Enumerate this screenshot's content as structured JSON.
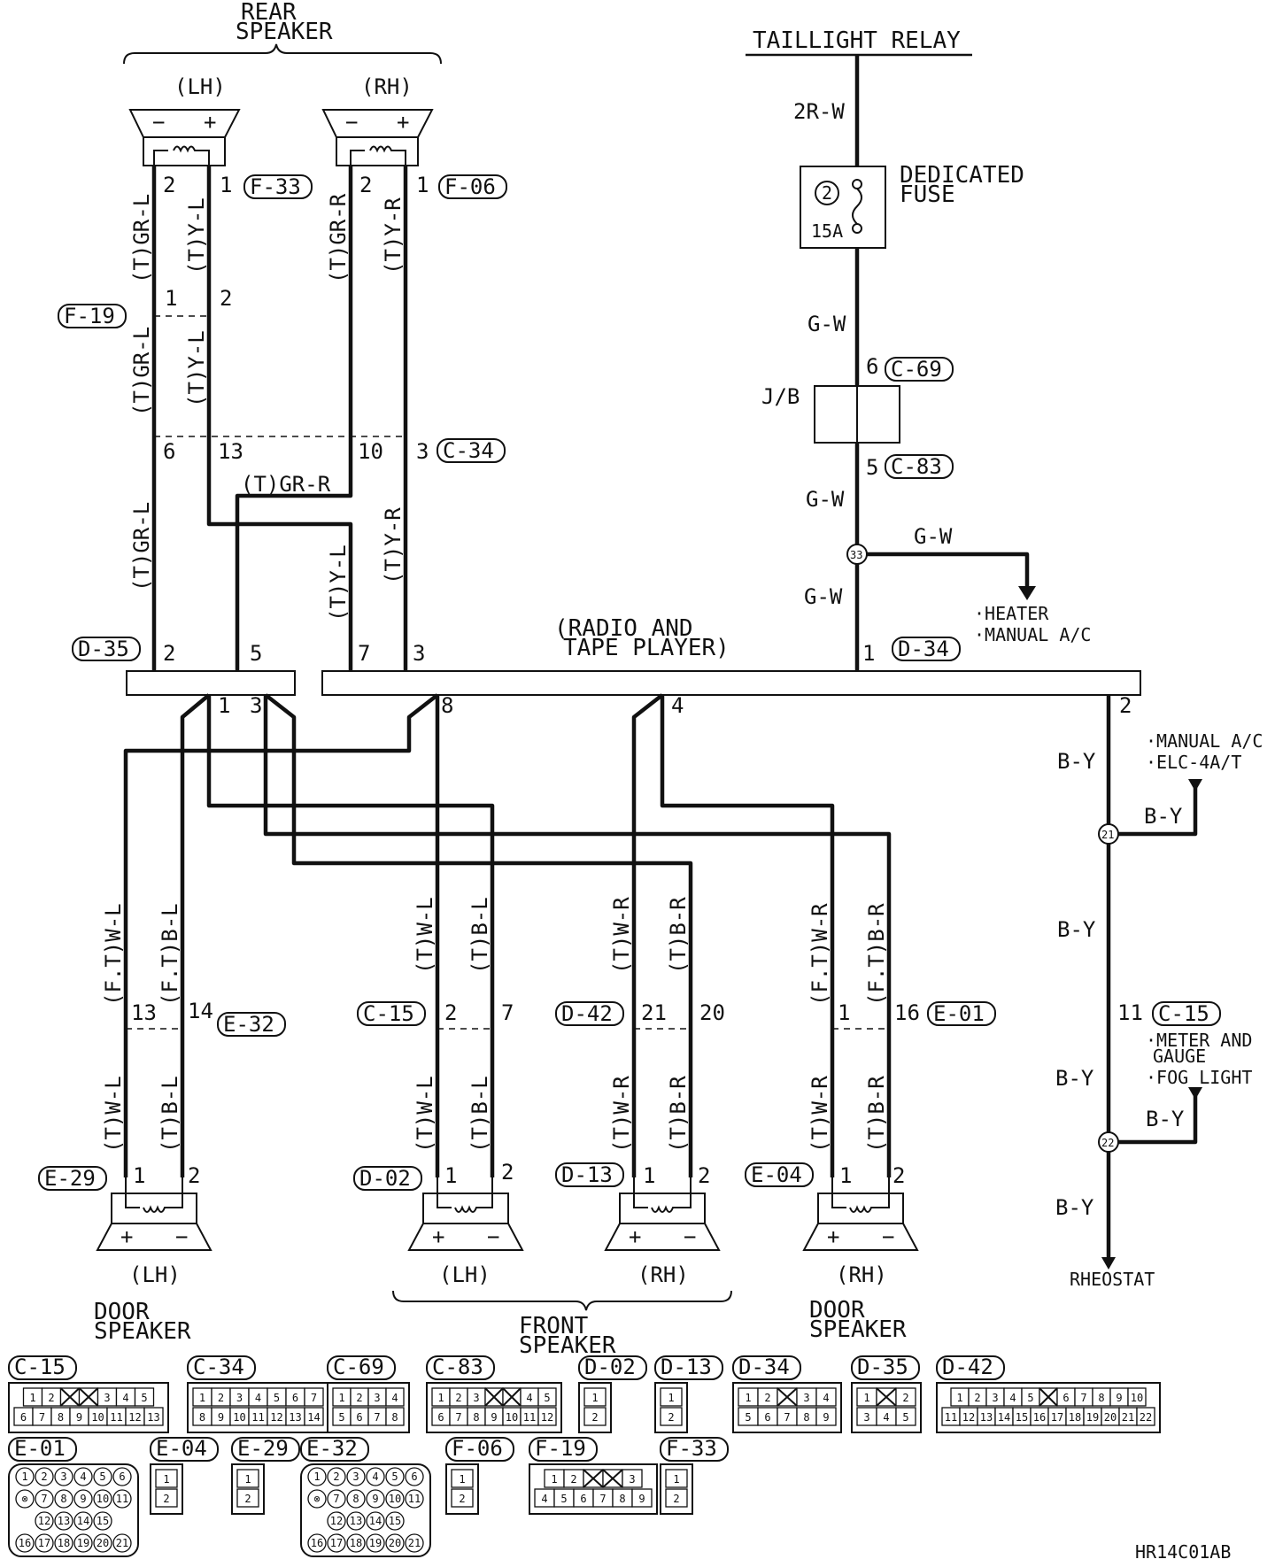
{
  "title_rear_speaker": [
    "REAR",
    "SPEAKER"
  ],
  "taillight_relay": "TAILLIGHT RELAY",
  "dedicated_fuse": [
    "DEDICATED",
    "FUSE"
  ],
  "fuse_number": "2",
  "fuse_rating": "15A",
  "junction_block": "J/B",
  "radio_label": [
    "(RADIO AND",
    "TAPE PLAYER)"
  ],
  "side_lh": "(LH)",
  "side_rh": "(RH)",
  "speaker_minus": "−",
  "speaker_plus": "+",
  "door_speaker": [
    "DOOR",
    "SPEAKER"
  ],
  "front_speaker": [
    "FRONT",
    "SPEAKER"
  ],
  "heater_notes": [
    "·HEATER",
    "·MANUAL A/C"
  ],
  "manual_notes": [
    "·MANUAL A/C",
    "·ELC-4A/T"
  ],
  "meter_notes": [
    "·METER AND",
    "GAUGE",
    "·FOG LIGHT"
  ],
  "rheostat": "RHEOSTAT",
  "junctions": [
    "33",
    "21",
    "22"
  ],
  "wire_colors": {
    "w2rw": "2R-W",
    "gw": "G-W",
    "by": "B-Y",
    "t_gr_l": "(T)GR-L",
    "t_y_l": "(T)Y-L",
    "t_gr_r": "(T)GR-R",
    "t_y_r": "(T)Y-R",
    "ft_w_l": "(F.T)W-L",
    "ft_b_l": "(F.T)B-L",
    "t_w_l": "(T)W-L",
    "t_b_l": "(T)B-L",
    "t_w_r": "(T)W-R",
    "t_b_r": "(T)B-R",
    "ft_w_r": "(F.T)W-R",
    "ft_b_r": "(F.T)B-R"
  },
  "pins": {
    "rear_lh_2": "2",
    "rear_lh_1": "1",
    "rear_rh_2": "2",
    "rear_rh_1": "1",
    "f19_1": "1",
    "f19_2": "2",
    "c34_6": "6",
    "c34_13": "13",
    "c34_10": "10",
    "c34_3": "3",
    "d35_2": "2",
    "d35_5": "5",
    "d35_1": "1",
    "d35_3": "3",
    "d34_7": "7",
    "d34_3": "3",
    "d34_8": "8",
    "d34_4": "4",
    "d34_1": "1",
    "d34_2": "2",
    "c69_6": "6",
    "c83_5": "5",
    "c15_11": "11",
    "e32_13": "13",
    "e32_14": "14",
    "c15_2": "2",
    "c15_7": "7",
    "d42_21": "21",
    "d42_20": "20",
    "e01_1": "1",
    "e01_16": "16",
    "spk_1": "1",
    "spk_2": "2"
  },
  "connector_refs": {
    "f33": "F-33",
    "f06": "F-06",
    "f19": "F-19",
    "c34": "C-34",
    "d35": "D-35",
    "d34": "D-34",
    "c69": "C-69",
    "c83": "C-83",
    "e32": "E-32",
    "c15": "C-15",
    "d42": "D-42",
    "e01": "E-01",
    "e29": "E-29",
    "d02": "D-02",
    "d13": "D-13",
    "e04": "E-04"
  },
  "connectors": {
    "c15": {
      "label": "C-15",
      "row1": [
        "1",
        "2",
        "",
        "",
        "3",
        "4",
        "5"
      ],
      "row2": [
        "6",
        "7",
        "8",
        "9",
        "10",
        "11",
        "12",
        "13"
      ]
    },
    "c34": {
      "label": "C-34",
      "row1": [
        "1",
        "2",
        "3",
        "4",
        "5",
        "6",
        "7"
      ],
      "row2": [
        "8",
        "9",
        "10",
        "11",
        "12",
        "13",
        "14"
      ]
    },
    "c69": {
      "label": "C-69",
      "row1": [
        "1",
        "2",
        "3",
        "4"
      ],
      "row2": [
        "5",
        "6",
        "7",
        "8"
      ]
    },
    "c83": {
      "label": "C-83",
      "row1": [
        "1",
        "2",
        "3",
        "",
        "",
        "4",
        "5"
      ],
      "row2": [
        "6",
        "7",
        "8",
        "9",
        "10",
        "11",
        "12"
      ]
    },
    "d02": {
      "label": "D-02",
      "row1": [
        "1"
      ],
      "row2": [
        "2"
      ]
    },
    "d13": {
      "label": "D-13",
      "row1": [
        "1"
      ],
      "row2": [
        "2"
      ]
    },
    "d34": {
      "label": "D-34",
      "row1": [
        "1",
        "2",
        "",
        "3",
        "4"
      ],
      "row2": [
        "5",
        "6",
        "7",
        "8",
        "9"
      ]
    },
    "d35": {
      "label": "D-35",
      "row1": [
        "1",
        "",
        "2"
      ],
      "row2": [
        "3",
        "4",
        "5"
      ]
    },
    "d42": {
      "label": "D-42",
      "row1": [
        "1",
        "2",
        "3",
        "4",
        "5",
        "",
        "6",
        "7",
        "8",
        "9",
        "10"
      ],
      "row2": [
        "11",
        "12",
        "13",
        "14",
        "15",
        "16",
        "17",
        "18",
        "19",
        "20",
        "21",
        "22"
      ]
    },
    "e01": {
      "label": "E-01",
      "rows": [
        [
          "1",
          "2",
          "3",
          "4",
          "5",
          "6"
        ],
        [
          "⊗",
          "7",
          "8",
          "9",
          "10",
          "11"
        ],
        [
          "12",
          "13",
          "14",
          "15"
        ],
        [
          "16",
          "17",
          "18",
          "19",
          "20",
          "21"
        ]
      ]
    },
    "e04": {
      "label": "E-04",
      "row1": [
        "1"
      ],
      "row2": [
        "2"
      ]
    },
    "e29": {
      "label": "E-29",
      "row1": [
        "1"
      ],
      "row2": [
        "2"
      ]
    },
    "e32": {
      "label": "E-32",
      "rows": [
        [
          "1",
          "2",
          "3",
          "4",
          "5",
          "6"
        ],
        [
          "⊗",
          "7",
          "8",
          "9",
          "10",
          "11"
        ],
        [
          "12",
          "13",
          "14",
          "15"
        ],
        [
          "16",
          "17",
          "18",
          "19",
          "20",
          "21"
        ]
      ]
    },
    "f06": {
      "label": "F-06",
      "row1": [
        "1"
      ],
      "row2": [
        "2"
      ]
    },
    "f19": {
      "label": "F-19",
      "row1": [
        "1",
        "2",
        "",
        "",
        "3"
      ],
      "row2": [
        "4",
        "5",
        "6",
        "7",
        "8",
        "9"
      ]
    },
    "f33": {
      "label": "F-33",
      "row1": [
        "1"
      ],
      "row2": [
        "2"
      ]
    }
  },
  "figure_code": "HR14C01AB"
}
